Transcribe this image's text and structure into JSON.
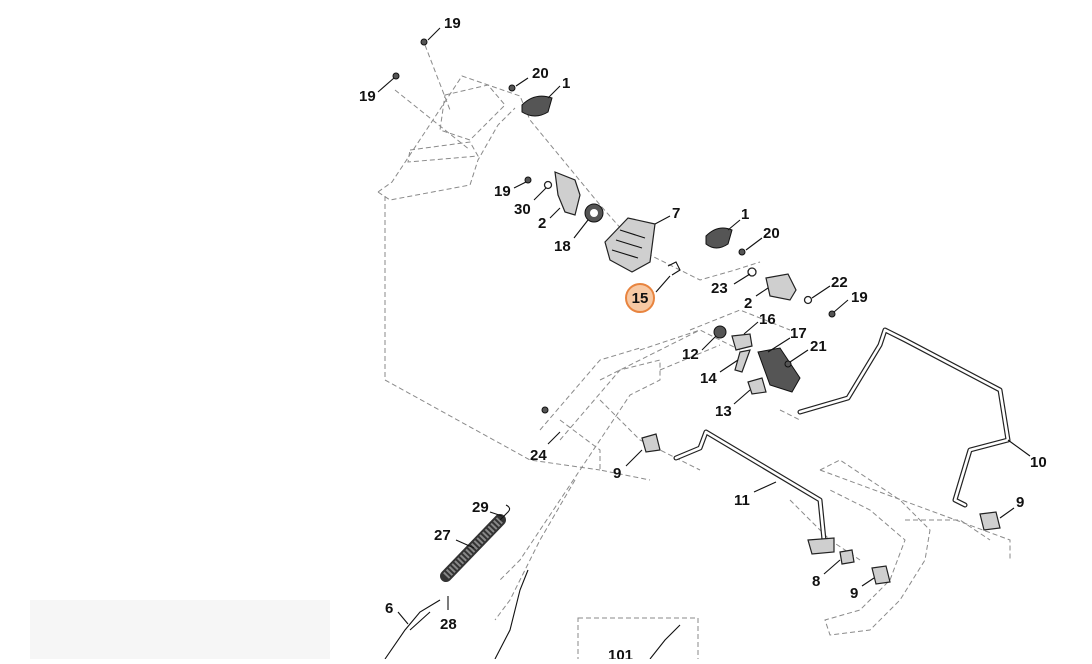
{
  "diagram": {
    "labels": [
      {
        "id": "l19a",
        "text": "19"
      },
      {
        "id": "l19b",
        "text": "19"
      },
      {
        "id": "l20a",
        "text": "20"
      },
      {
        "id": "l1a",
        "text": "1"
      },
      {
        "id": "l19c",
        "text": "19"
      },
      {
        "id": "l30",
        "text": "30"
      },
      {
        "id": "l2a",
        "text": "2"
      },
      {
        "id": "l18",
        "text": "18"
      },
      {
        "id": "l7",
        "text": "7"
      },
      {
        "id": "l1b",
        "text": "1"
      },
      {
        "id": "l20b",
        "text": "20"
      },
      {
        "id": "l23",
        "text": "23"
      },
      {
        "id": "l2b",
        "text": "2"
      },
      {
        "id": "l22",
        "text": "22"
      },
      {
        "id": "l19d",
        "text": "19"
      },
      {
        "id": "l16",
        "text": "16"
      },
      {
        "id": "l17",
        "text": "17"
      },
      {
        "id": "l12",
        "text": "12"
      },
      {
        "id": "l21",
        "text": "21"
      },
      {
        "id": "l14",
        "text": "14"
      },
      {
        "id": "l13",
        "text": "13"
      },
      {
        "id": "l24",
        "text": "24"
      },
      {
        "id": "l9a",
        "text": "9"
      },
      {
        "id": "l11",
        "text": "11"
      },
      {
        "id": "l10",
        "text": "10"
      },
      {
        "id": "l9b",
        "text": "9"
      },
      {
        "id": "l29",
        "text": "29"
      },
      {
        "id": "l27",
        "text": "27"
      },
      {
        "id": "l8",
        "text": "8"
      },
      {
        "id": "l9c",
        "text": "9"
      },
      {
        "id": "l6",
        "text": "6"
      },
      {
        "id": "l28",
        "text": "28"
      },
      {
        "id": "l101",
        "text": "101"
      }
    ],
    "highlight": {
      "text": "15",
      "fill": "#f7c9a4",
      "stroke": "#e8843f"
    }
  }
}
